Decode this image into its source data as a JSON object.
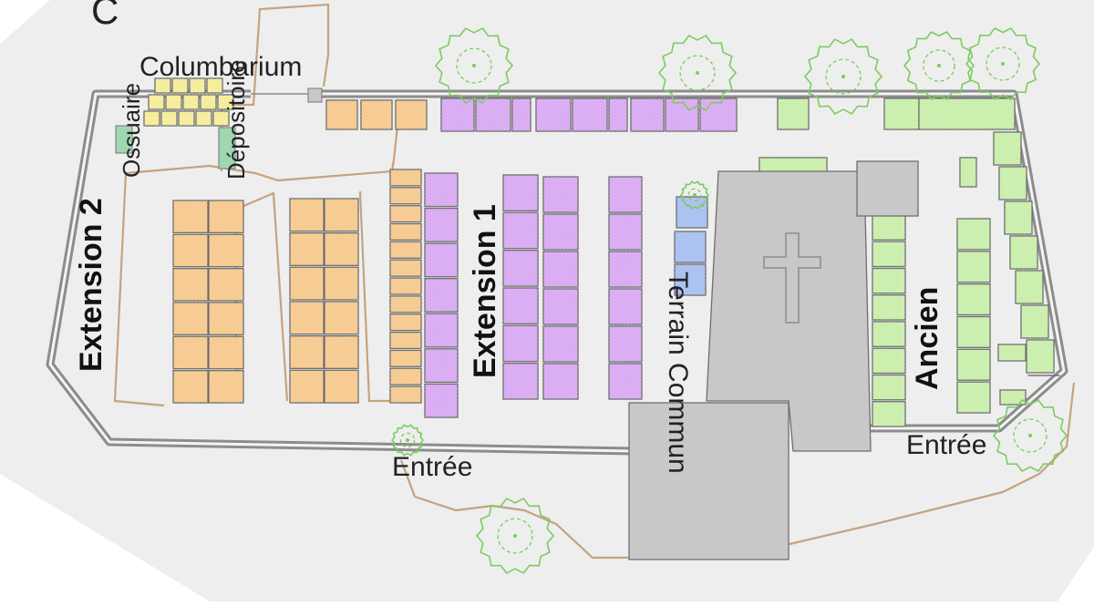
{
  "colors": {
    "page": "#ffffff",
    "parcel": "#eeeeee",
    "wall": "#8c8c8c",
    "path": "#c6a27e",
    "extension2": "#f6c88c",
    "extension1": "#d8a8f2",
    "ancien": "#c8eeaa",
    "columbarium": "#f5ec96",
    "terrain_commun": "#a6bef0",
    "ossuaire": "#9fd7b0",
    "building": "#c8c8c8",
    "tree": "#7ccb5f"
  },
  "labels": {
    "corner_fragment": "C",
    "columbarium": "Columbarium",
    "ossuaire": "Ossuaire",
    "depositoire": "Dépositoire",
    "extension_2": "Extension 2",
    "extension_1": "Extension 1",
    "terrain_commun": "Terrain Commun",
    "ancien": "Ancien",
    "entree_west": "Entrée",
    "entree_east": "Entrée"
  },
  "icons": {
    "chapel_cross": "cross-icon",
    "tree": "tree-icon"
  }
}
